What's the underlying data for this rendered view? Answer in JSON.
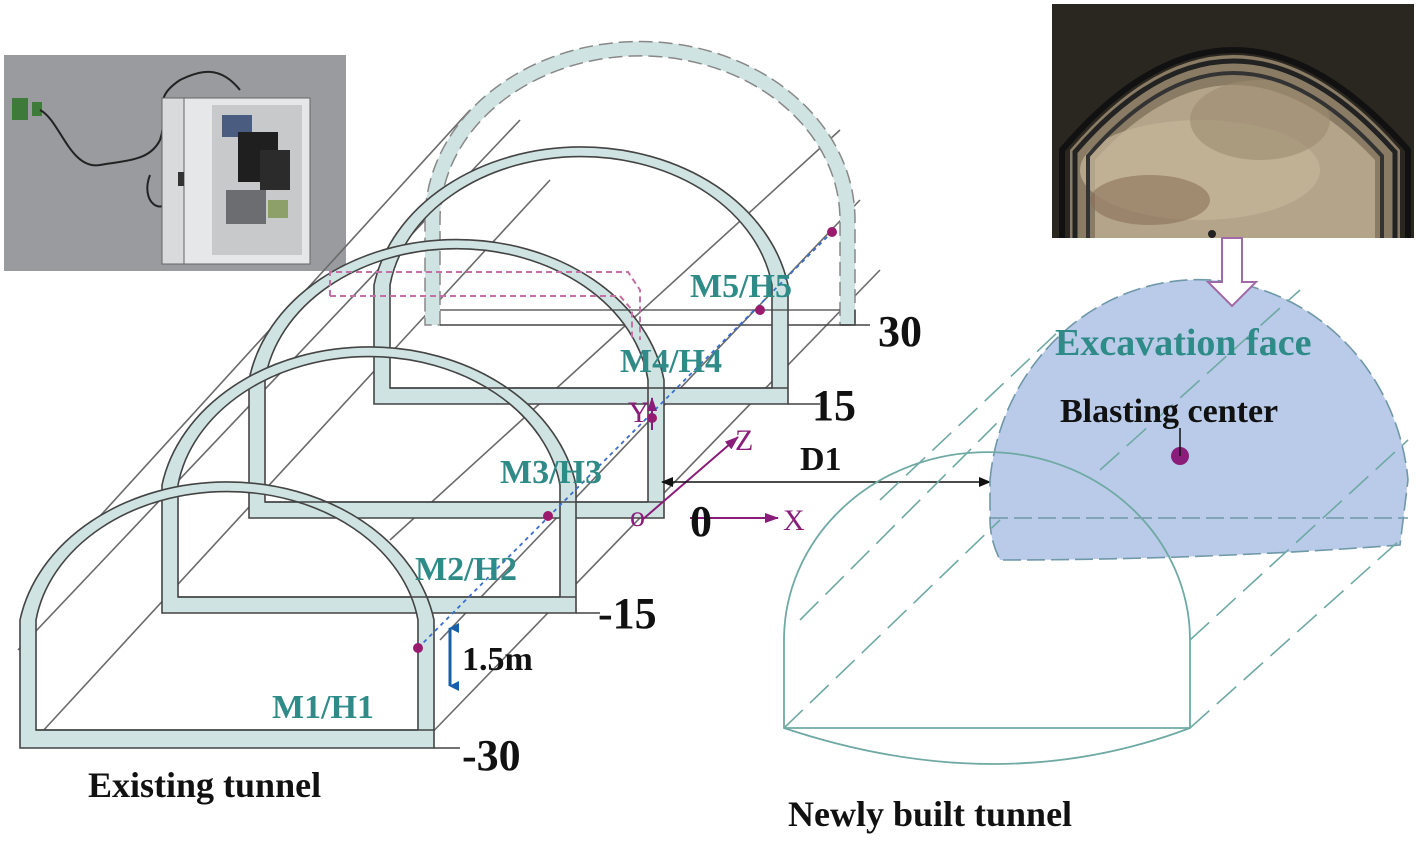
{
  "colors": {
    "lining_fill": "#cfe4e2",
    "lining_stroke": "#3a3a3a",
    "measure_point": "#9a1a6e",
    "label_teal": "#2e8b88",
    "axis_color": "#8a1d7a",
    "face_fill": "#b9cbe8",
    "arrow_blue": "#1b5fa8"
  },
  "photos": {
    "monitor_box": "photo of vibration monitor box mounted on wall",
    "tunnel_face": "photo of tunnel excavation face with arch supports"
  },
  "labels": {
    "points": [
      "M1/H1",
      "M2/H2",
      "M3/H3",
      "M4/H4",
      "M5/H5"
    ],
    "positions": [
      "-30",
      "-15",
      "0",
      "15",
      "30"
    ],
    "height": "1.5m",
    "distance": "D1",
    "axis_x": "X",
    "axis_y": "Y",
    "axis_z": "Z",
    "origin": "o",
    "excavation_face": "Excavation face",
    "blasting_center": "Blasting center",
    "existing_tunnel": "Existing tunnel",
    "new_tunnel": "Newly built tunnel"
  }
}
